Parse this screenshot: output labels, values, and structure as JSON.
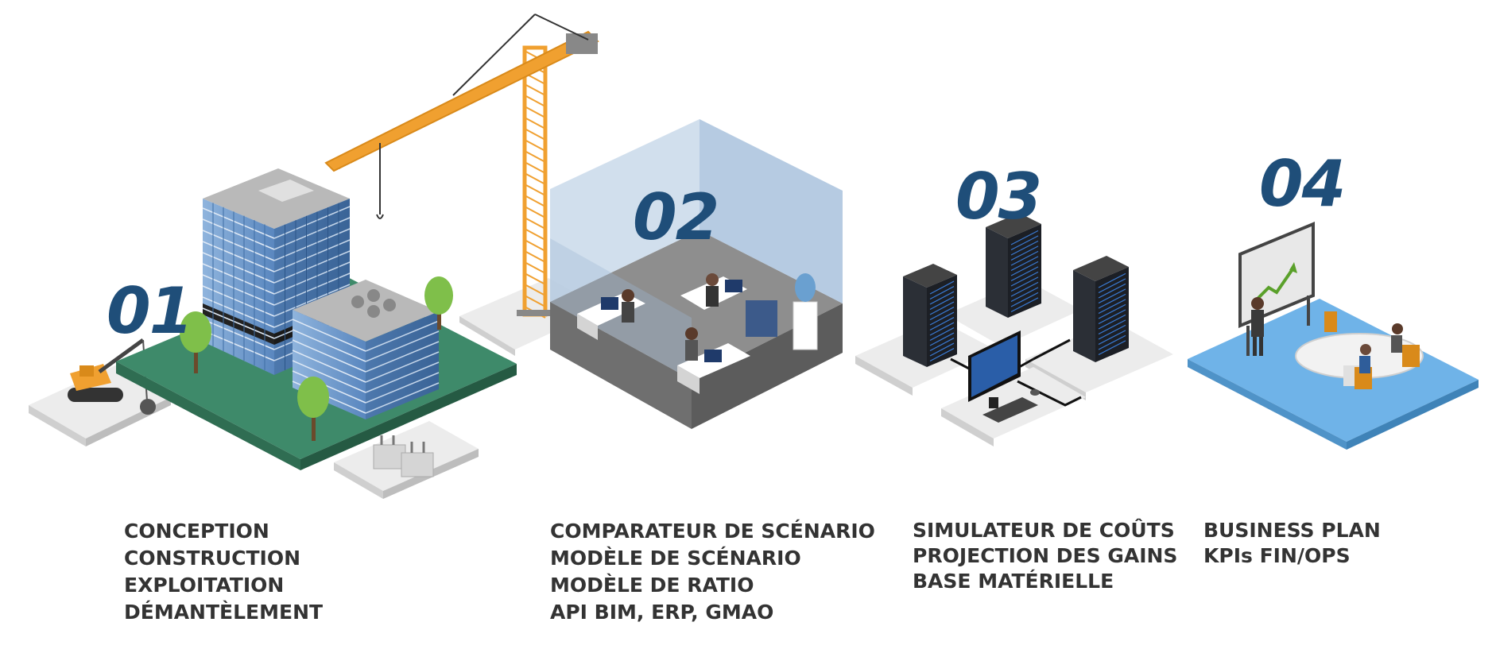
{
  "steps": [
    {
      "number": "01",
      "items": [
        "CONCEPTION",
        "CONSTRUCTION",
        "EXPLOITATION",
        "DÉMANTÈLEMENT"
      ]
    },
    {
      "number": "02",
      "items": [
        "COMPARATEUR DE SCÉNARIO",
        "MODÈLE DE SCÉNARIO",
        "MODÈLE DE RATIO",
        "API BIM, ERP, GMAO"
      ]
    },
    {
      "number": "03",
      "items": [
        "SIMULATEUR DE COÛTS",
        "PROJECTION DES GAINS",
        "BASE MATÉRIELLE"
      ]
    },
    {
      "number": "04",
      "items": [
        "BUSINESS PLAN",
        "KPIs FIN/OPS"
      ]
    }
  ],
  "colors": {
    "number": "#1f4e79",
    "text": "#333333",
    "grass": "#3e8a6a",
    "crane": "#f0a030",
    "building": "#5b8ec4",
    "office_floor": "#8e8e8e",
    "server": "#2b2f36",
    "meeting_floor": "#6fb3e8"
  },
  "icons": [
    "crane-icon",
    "building-icon",
    "excavator-icon",
    "tree-icon",
    "transformer-icon",
    "office-icon",
    "server-rack-icon",
    "monitor-icon",
    "whiteboard-chart-icon",
    "meeting-table-icon"
  ]
}
